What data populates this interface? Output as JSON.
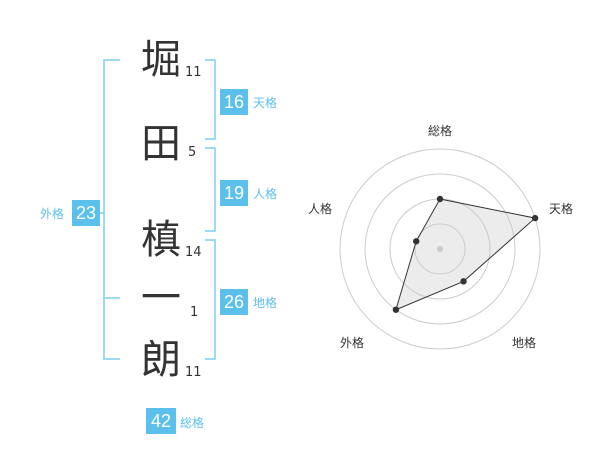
{
  "name": {
    "chars": [
      {
        "char": "堀",
        "strokes": "11"
      },
      {
        "char": "田",
        "strokes": "5"
      },
      {
        "char": "槙",
        "strokes": "14"
      },
      {
        "char": "一",
        "strokes": "1"
      },
      {
        "char": "朗",
        "strokes": "11"
      }
    ]
  },
  "kaku": {
    "tenkaku": {
      "value": "16",
      "label": "天格"
    },
    "jinkaku": {
      "value": "19",
      "label": "人格"
    },
    "chikaku": {
      "value": "26",
      "label": "地格"
    },
    "gaikaku": {
      "value": "23",
      "label": "外格"
    },
    "soukaku": {
      "value": "42",
      "label": "総格"
    }
  },
  "colors": {
    "accent": "#5cc0ec",
    "text": "#333333",
    "grid": "#cccccc",
    "fill": "#eeeeee"
  },
  "chart_data": {
    "type": "radar",
    "axes": [
      "総格",
      "天格",
      "地格",
      "外格",
      "人格"
    ],
    "values": [
      0.5,
      1.0,
      0.4,
      0.75,
      0.25
    ],
    "rings": 4,
    "grid": true
  }
}
